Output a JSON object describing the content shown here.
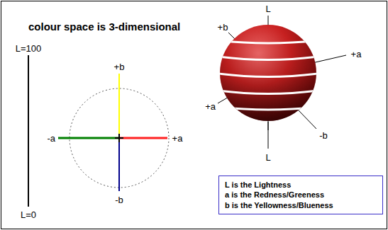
{
  "diagram": {
    "title": "colour space is 3-dimensional",
    "nodes": [
      {
        "text": [
          "L is the Lightness",
          "a is the Redness/Greeness",
          "b is the Yellowness/Blueness"
        ]
      }
    ],
    "labels": [
      "L=100",
      "L=0",
      "+b",
      "-a",
      "+a",
      "-b",
      "L",
      "+b",
      "+a",
      "+a",
      "-b",
      "L"
    ]
  }
}
